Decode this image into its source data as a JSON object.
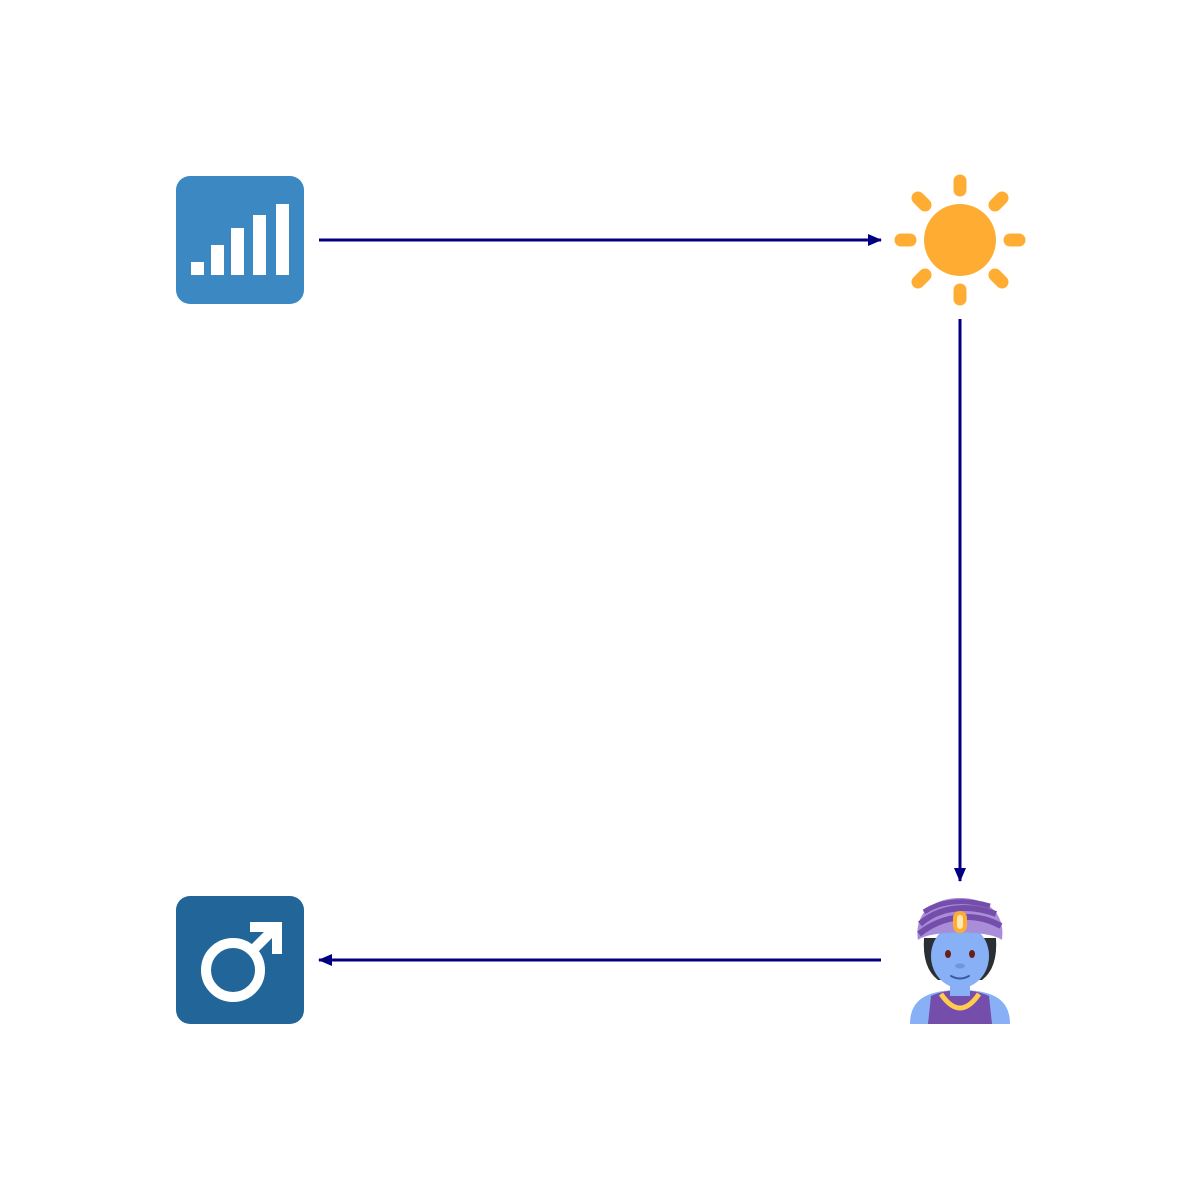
{
  "diagram": {
    "nodes": [
      {
        "id": "signal",
        "icon": "antenna-bars-icon",
        "colors": {
          "tile": "#3B88C3",
          "glyph": "#FFFFFF"
        }
      },
      {
        "id": "sun",
        "icon": "sun-icon",
        "colors": {
          "fill": "#FFAC33"
        }
      },
      {
        "id": "genie",
        "icon": "genie-icon",
        "colors": {
          "skin": "#88B0F7",
          "turban_stripe_a": "#AA8DD8",
          "turban_stripe_b": "#744EAA",
          "vest": "#744EAA",
          "gem": "#FFAC33",
          "necklace": "#FFCC4D",
          "hair": "#292F33"
        }
      },
      {
        "id": "male",
        "icon": "male-sign-icon",
        "colors": {
          "tile": "#226699",
          "glyph": "#FFFFFF"
        }
      }
    ],
    "edges": [
      {
        "from": "signal",
        "to": "sun"
      },
      {
        "from": "sun",
        "to": "genie"
      },
      {
        "from": "genie",
        "to": "male"
      }
    ],
    "edge_color": "#000080"
  }
}
